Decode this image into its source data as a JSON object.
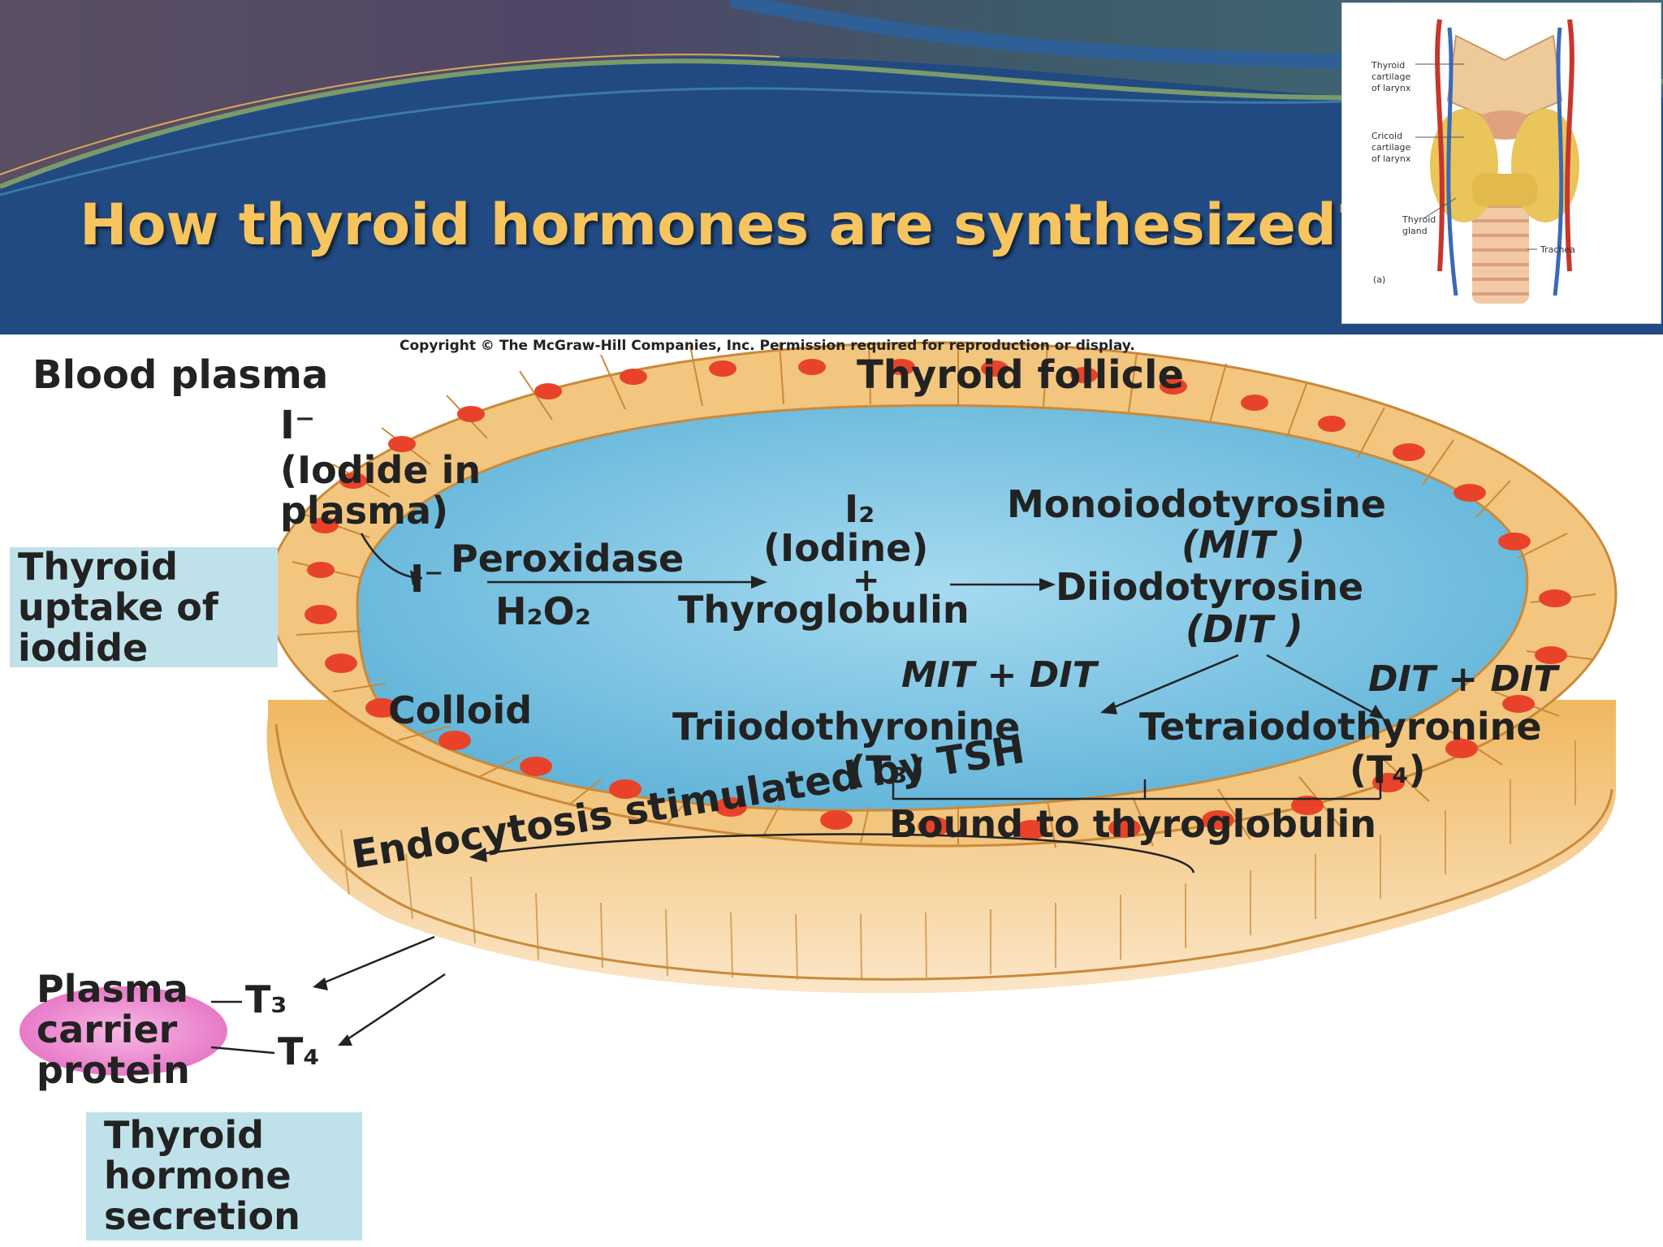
{
  "slide": {
    "title": "How thyroid hormones are synthesized?"
  },
  "inset": {
    "label_thyroid_cartilage": "Thyroid\ncartilage\nof larynx",
    "label_cricoid_cartilage": "Cricoid\ncartilage\nof larynx",
    "label_thyroid_gland": "Thyroid\ngland",
    "label_trachea": "Trachea",
    "label_panel": "(a)"
  },
  "diagram": {
    "copyright": "Copyright © The McGraw-Hill Companies, Inc. Permission required for reproduction or display.",
    "blood_plasma": "Blood plasma",
    "thyroid_follicle": "Thyroid follicle",
    "iodide_symbol": "I⁻",
    "iodide_line1": "(Iodide in",
    "iodide_line2": "plasma)",
    "uptake_line1": "Thyroid",
    "uptake_line2": "uptake of",
    "uptake_line3": "iodide",
    "iodide_in_cell": "I⁻",
    "peroxidase": "Peroxidase",
    "h2o2": "H₂O₂",
    "iodine_symbol": "I₂",
    "iodine_name": "(Iodine)",
    "plus": "+",
    "thyroglobulin": "Thyroglobulin",
    "mit_name": "Monoiodotyrosine",
    "mit_abbr": "(MIT )",
    "dit_name": "Diiodotyrosine",
    "dit_abbr": "(DIT )",
    "colloid": "Colloid",
    "mit_dit": "MIT + DIT",
    "dit_dit": "DIT + DIT",
    "t3_name": "Triiodothyronine",
    "t4_name": "Tetraiodothyronine",
    "t3_abbr": "(T₃)",
    "t4_abbr": "(T₄)",
    "bound": "Bound to thyroglobulin",
    "endocytosis": "Endocytosis stimulated by TSH",
    "plasma_line1": "Plasma",
    "plasma_line2": "carrier",
    "plasma_line3": "protein",
    "t3": "T₃",
    "t4": "T₄",
    "secretion_line1": "Thyroid",
    "secretion_line2": "hormone",
    "secretion_line3": "secretion"
  },
  "colors": {
    "header_blue": "#214a82",
    "title_gold": "#f7c45d",
    "colloid_blue": "#6fbbdc",
    "cell_tan": "#f1c680",
    "nucleus_red": "#e8432a",
    "label_box": "#bfe2ea",
    "carrier_pink": "#f29ad6"
  }
}
